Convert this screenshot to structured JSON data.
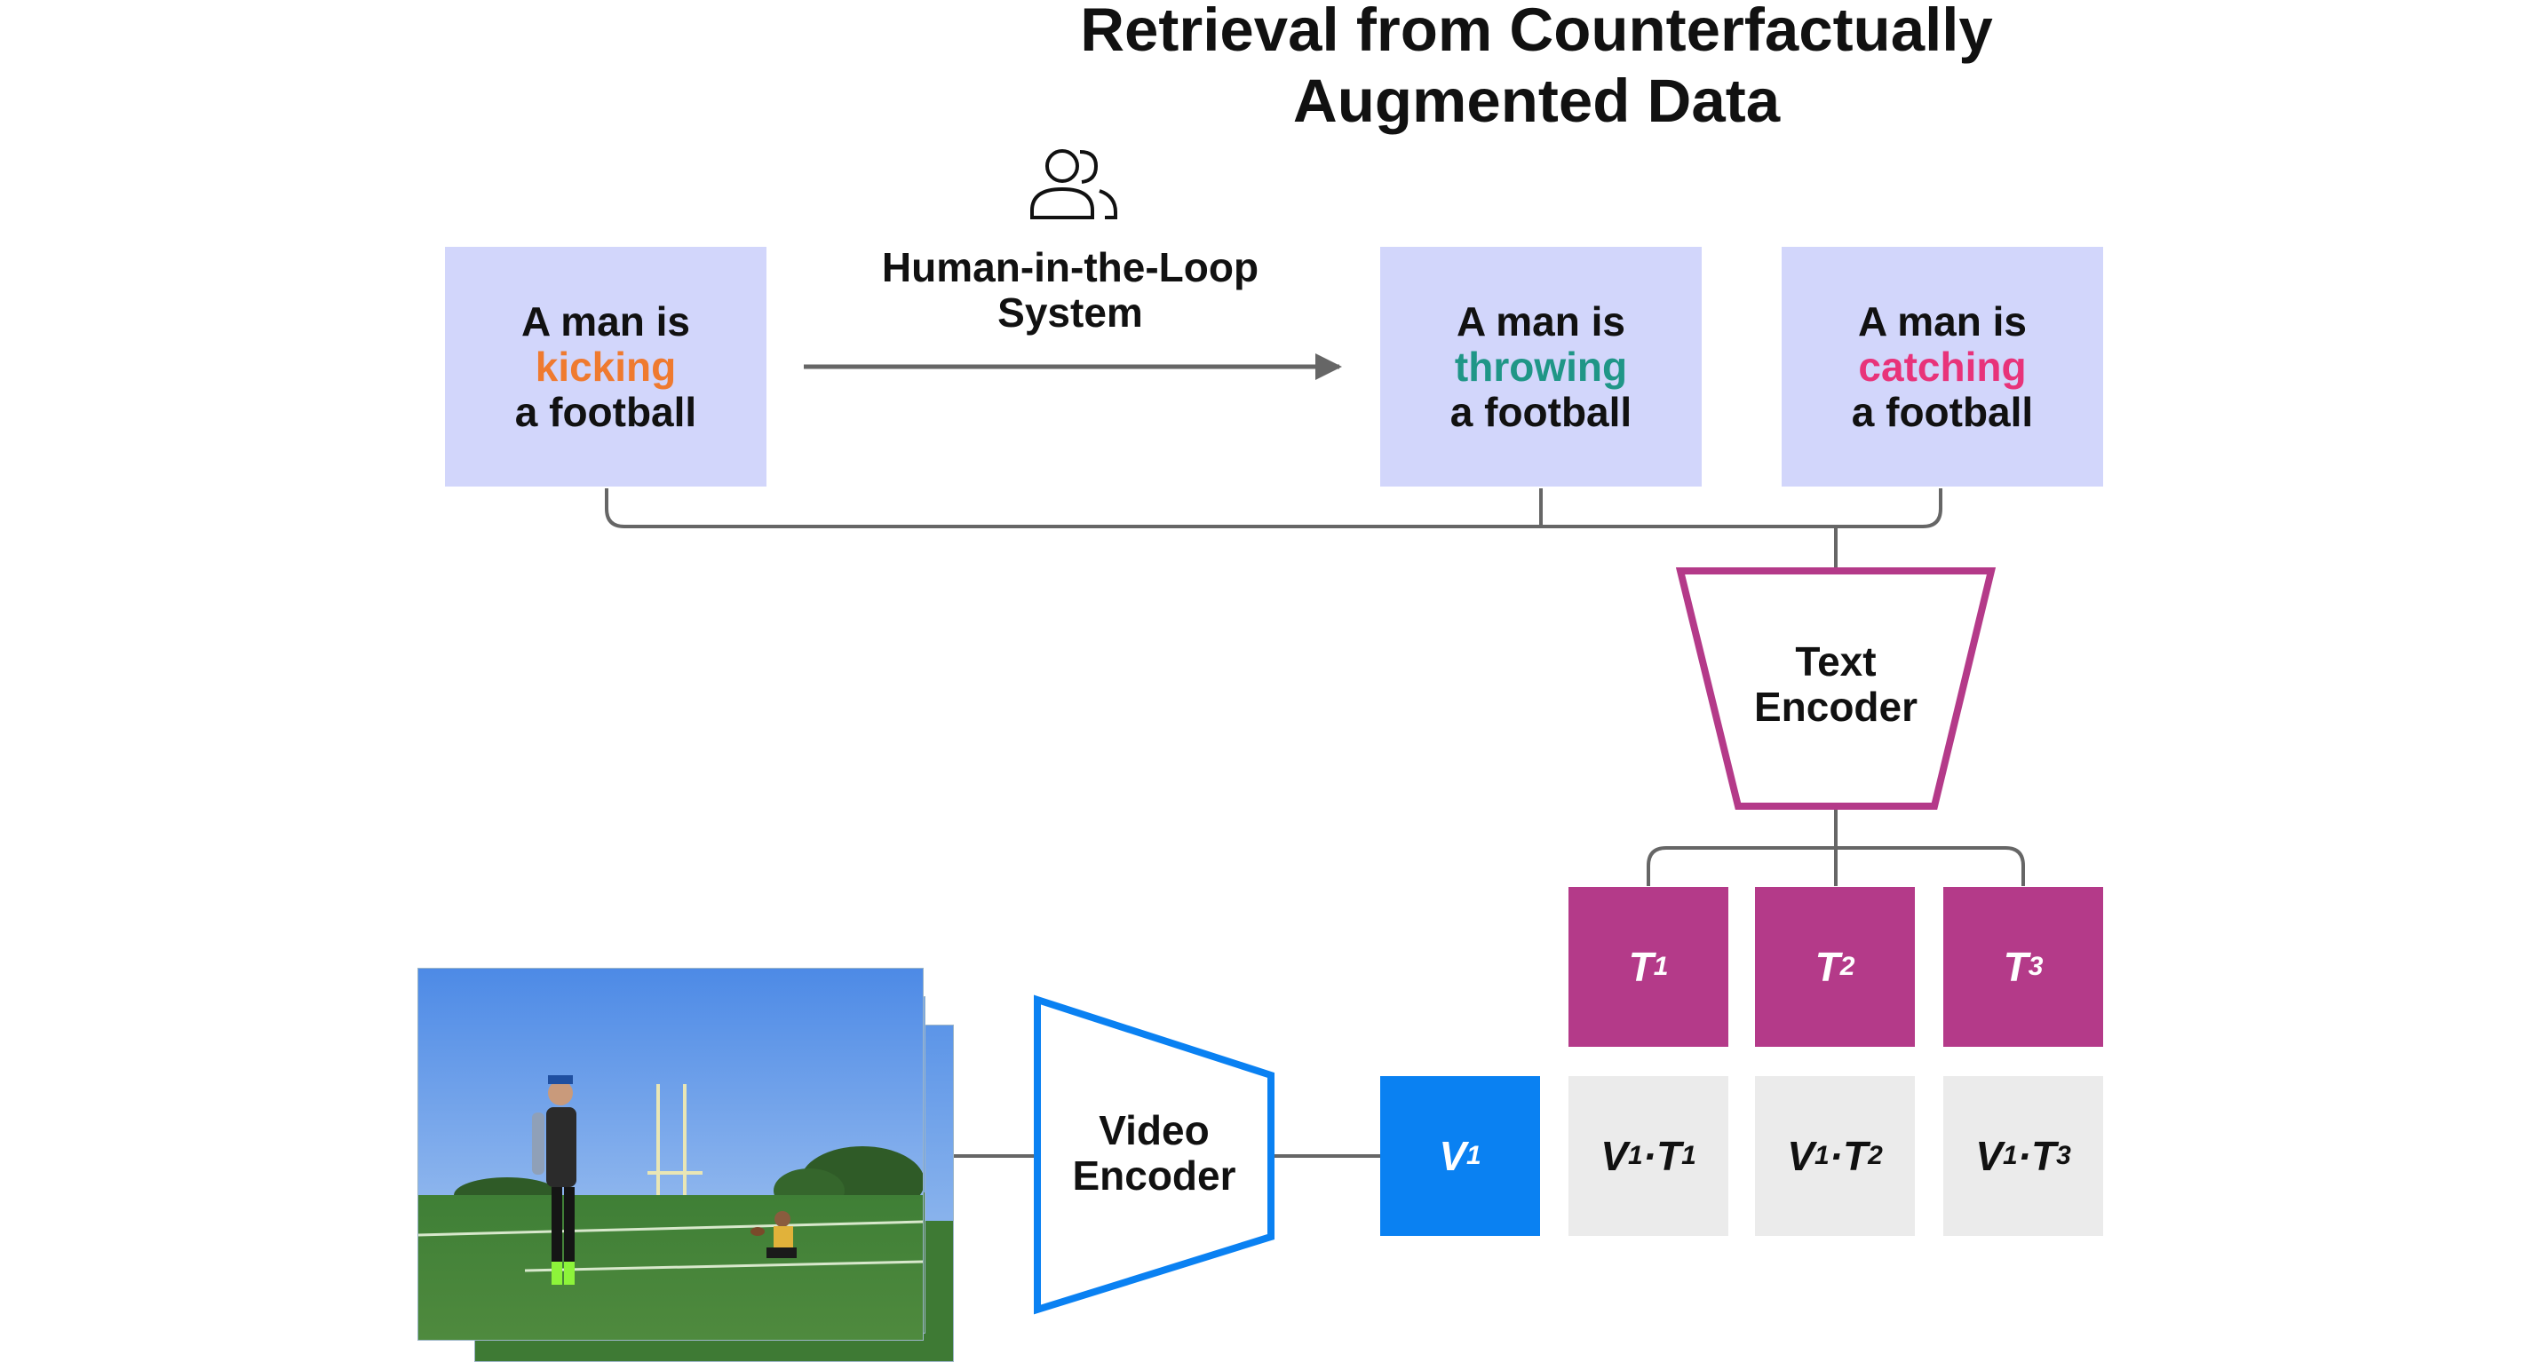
{
  "title": {
    "line1": "Retrieval from Counterfactually",
    "line2": "Augmented Data"
  },
  "hitl": {
    "line1": "Human-in-the-Loop",
    "line2": "System",
    "icon": "users-icon"
  },
  "captions": [
    {
      "line1": "A man is",
      "verb": "kicking",
      "line3": "a football",
      "verb_color": "#ef7a2f"
    },
    {
      "line1": "A man is",
      "verb": "throwing",
      "line3": "a football",
      "verb_color": "#1f9687"
    },
    {
      "line1": "A man is",
      "verb": "catching",
      "line3": "a football",
      "verb_color": "#e8337a"
    }
  ],
  "text_encoder": {
    "line1": "Text",
    "line2": "Encoder",
    "color": "#b43a89"
  },
  "video_encoder": {
    "line1": "Video",
    "line2": "Encoder",
    "color": "#0a81f2"
  },
  "text_embeddings": [
    {
      "base": "T",
      "sub": "1"
    },
    {
      "base": "T",
      "sub": "2"
    },
    {
      "base": "T",
      "sub": "3"
    }
  ],
  "video_embedding": {
    "base": "V",
    "sub": "1"
  },
  "similarities": [
    {
      "v": "V",
      "vsub": "1",
      "t": "T",
      "tsub": "1"
    },
    {
      "v": "V",
      "vsub": "1",
      "t": "T",
      "tsub": "2"
    },
    {
      "v": "V",
      "vsub": "1",
      "t": "T",
      "tsub": "3"
    }
  ],
  "colors": {
    "caption_box": "#d2d6fb",
    "connector": "#666666",
    "similarity_box": "#ebebeb"
  }
}
